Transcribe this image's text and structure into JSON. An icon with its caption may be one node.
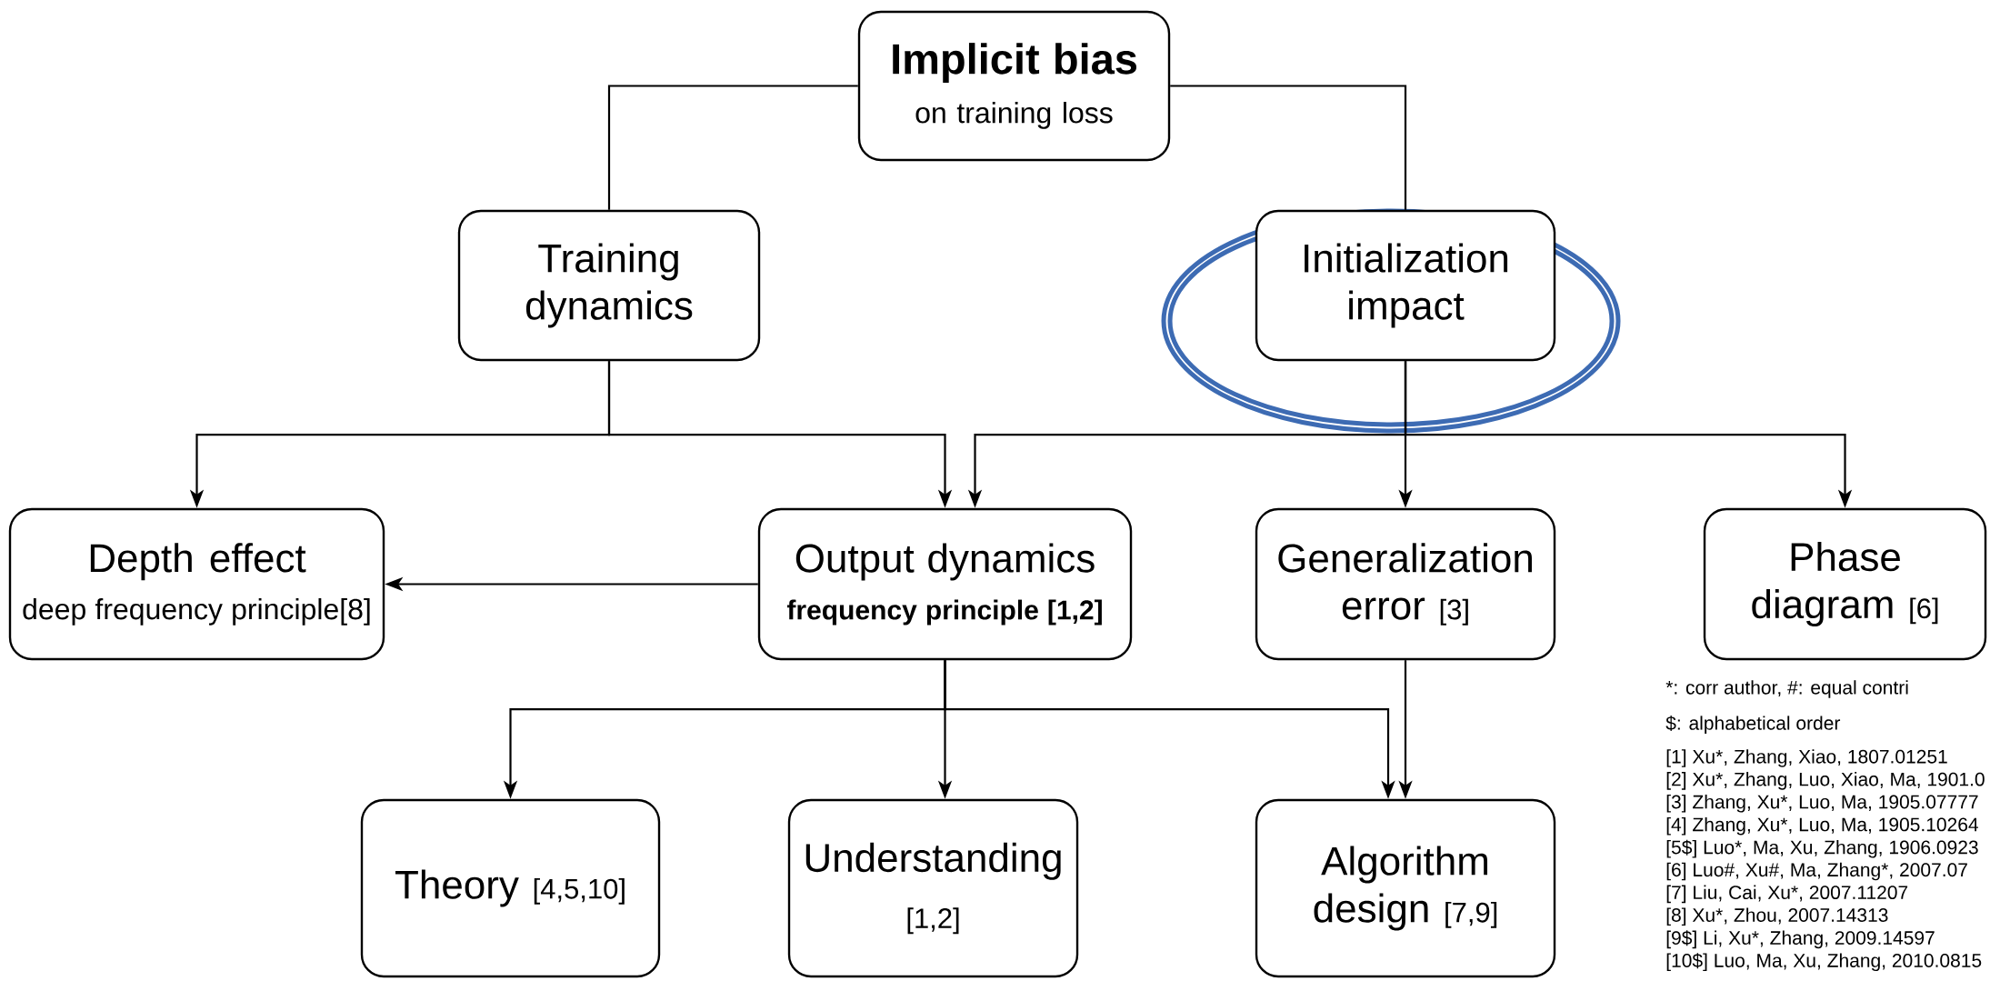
{
  "diagram": {
    "nodes": [
      {
        "text": [
          "Implicit bias",
          "on training loss"
        ]
      },
      {
        "text": [
          "Training dynamics"
        ]
      },
      {
        "text": [
          "Initialization impact"
        ]
      },
      {
        "text": [
          "Depth effect",
          "deep frequency principle[8]"
        ]
      },
      {
        "text": [
          "Output dynamics",
          "frequency principle [1,2]"
        ]
      },
      {
        "text": [
          "Generalization error",
          "[3]"
        ]
      },
      {
        "text": [
          "Phase diagram",
          "[6]"
        ]
      },
      {
        "text": [
          "Theory",
          "[4,5,10]"
        ]
      },
      {
        "text": [
          "Understanding",
          "[1,2]"
        ]
      },
      {
        "text": [
          "Algorithm design",
          "[7,9]"
        ]
      }
    ],
    "edges": [
      {
        "from": 0,
        "to": 1,
        "arrow": "none"
      },
      {
        "from": 0,
        "to": 2,
        "arrow": "none"
      },
      {
        "from": 1,
        "to": 3,
        "arrow": "to"
      },
      {
        "from": 1,
        "to": 4,
        "arrow": "to"
      },
      {
        "from": 2,
        "to": 4,
        "arrow": "to"
      },
      {
        "from": 2,
        "to": 5,
        "arrow": "to"
      },
      {
        "from": 2,
        "to": 6,
        "arrow": "to"
      },
      {
        "from": 4,
        "to": 3,
        "arrow": "to"
      },
      {
        "from": 4,
        "to": 7,
        "arrow": "to"
      },
      {
        "from": 4,
        "to": 8,
        "arrow": "to"
      },
      {
        "from": 4,
        "to": 9,
        "arrow": "to"
      },
      {
        "from": 5,
        "to": 9,
        "arrow": "to"
      }
    ],
    "labels": [
      "*: corr author, #: equal contri",
      "$: alphabetical order",
      "[1] Xu*, Zhang, Xiao, 1807.01251",
      "[2] Xu*, Zhang, Luo, Xiao, Ma, 1901.0",
      "[3] Zhang, Xu*, Luo, Ma, 1905.07777",
      "[4] Zhang, Xu*, Luo, Ma, 1905.10264",
      "[5$] Luo*, Ma, Xu, Zhang, 1906.0923",
      "[6] Luo#, Xu#, Ma, Zhang*, 2007.07",
      "[7] Liu, Cai, Xu*, 2007.11207",
      "[8] Xu*, Zhou, 2007.14313",
      "[9$] Li, Xu*, Zhang, 2009.14597",
      "[10$] Luo, Ma, Xu, Zhang, 2010.0815"
    ]
  }
}
